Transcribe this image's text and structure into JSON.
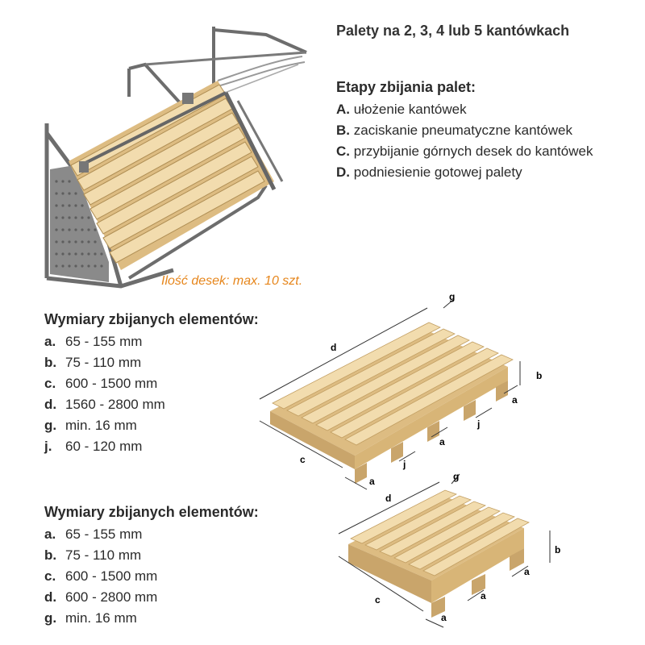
{
  "title": "Palety na 2, 3, 4 lub 5 kantówkach",
  "steps": {
    "heading": "Etapy zbijania palet:",
    "items": [
      {
        "letter": "A.",
        "text": "ułożenie kantówek"
      },
      {
        "letter": "B.",
        "text": "zaciskanie pneumatyczne kantówek"
      },
      {
        "letter": "C.",
        "text": "przybijanie górnych desek do kantówek"
      },
      {
        "letter": "D.",
        "text": "podniesienie gotowej palety"
      }
    ]
  },
  "note": "Ilość desek: max. 10 szt.",
  "dims_large": {
    "heading": "Wymiary zbijanych elementów:",
    "items": [
      {
        "letter": "a.",
        "text": "65 - 155 mm"
      },
      {
        "letter": "b.",
        "text": "75 - 110 mm"
      },
      {
        "letter": "c.",
        "text": "600 -  1500 mm"
      },
      {
        "letter": "d.",
        "text": "1560 - 2800 mm"
      },
      {
        "letter": "g.",
        "text": "min. 16 mm"
      },
      {
        "letter": "j.",
        "text": "60 - 120 mm"
      }
    ]
  },
  "dims_small": {
    "heading": "Wymiary zbijanych elementów:",
    "items": [
      {
        "letter": "a.",
        "text": "65 - 155 mm"
      },
      {
        "letter": "b.",
        "text": "75 - 110 mm"
      },
      {
        "letter": "c.",
        "text": "600 - 1500 mm"
      },
      {
        "letter": "d.",
        "text": "600 - 2800 mm"
      },
      {
        "letter": "g.",
        "text": "min. 16 mm"
      }
    ]
  },
  "labels": {
    "a": "a",
    "b": "b",
    "c": "c",
    "d": "d",
    "g": "g",
    "j": "j"
  },
  "colors": {
    "wood_top": "#f2dcae",
    "wood_side": "#ddbc82",
    "wood_dark": "#c9a56b",
    "frame": "#6d6d6d",
    "note": "#e6861c"
  }
}
